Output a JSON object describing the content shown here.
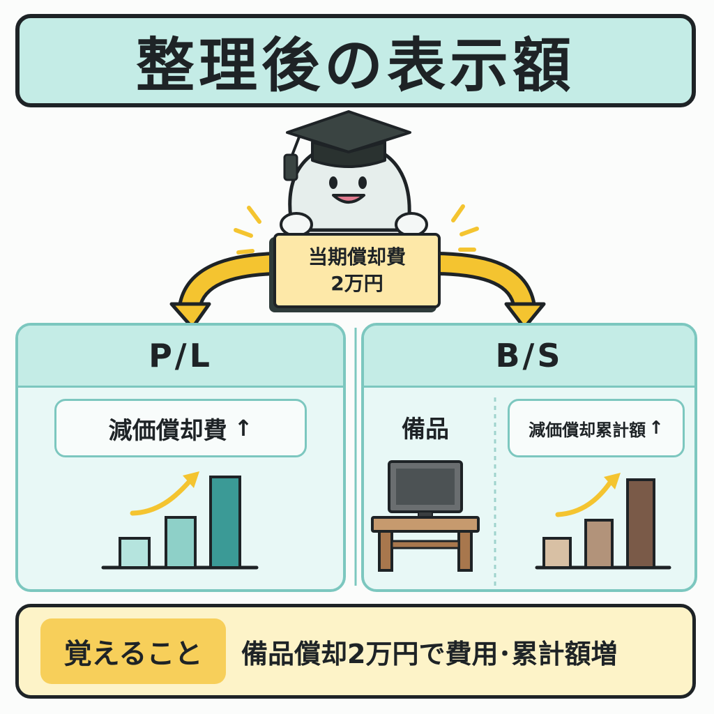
{
  "title": "整理後の表示額",
  "sign": {
    "line1": "当期償却費",
    "line2": "2万円"
  },
  "pl": {
    "title": "P/L",
    "label": "減価償却費",
    "arrow": "↑"
  },
  "bs": {
    "title": "B/S",
    "equipment_label": "備品",
    "label": "減価償却累計額",
    "arrow": "↑"
  },
  "summary": {
    "badge": "覚えること",
    "text": "備品償却2万円で費用･累計額増"
  },
  "colors": {
    "teal_light": "#c4ece6",
    "teal_border": "#7cc7bf",
    "teal_bar_dark": "#3b9a96",
    "brown_bar_dark": "#7a5a48",
    "yellow_arrow": "#f4c430",
    "badge_yellow": "#f7cf5a",
    "summary_bg": "#fdf3c8",
    "dark": "#1e2326"
  },
  "icons": [
    "graduation-cap-icon",
    "mascot-icon",
    "monitor-icon",
    "desk-icon",
    "up-arrow-icon",
    "trend-arrow-icon"
  ]
}
